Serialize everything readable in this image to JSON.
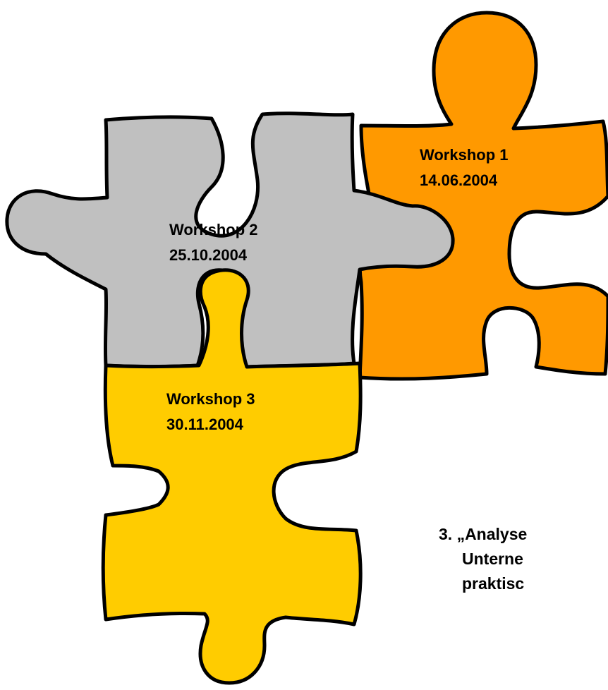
{
  "colors": {
    "orange": "#FF9900",
    "gray": "#C0C0C0",
    "yellow": "#FFCC00",
    "outline": "#000000"
  },
  "pieces": [
    {
      "id": "workshop-1",
      "title": "Workshop 1",
      "date": "14.06.2004",
      "color": "orange"
    },
    {
      "id": "workshop-2",
      "title": "Workshop 2",
      "date": "25.10.2004",
      "color": "gray"
    },
    {
      "id": "workshop-3",
      "title": "Workshop 3",
      "date": "30.11.2004",
      "color": "yellow"
    }
  ],
  "caption": {
    "line1": "3. „Analyse",
    "line2": "Unterne",
    "line3": "praktisc"
  }
}
